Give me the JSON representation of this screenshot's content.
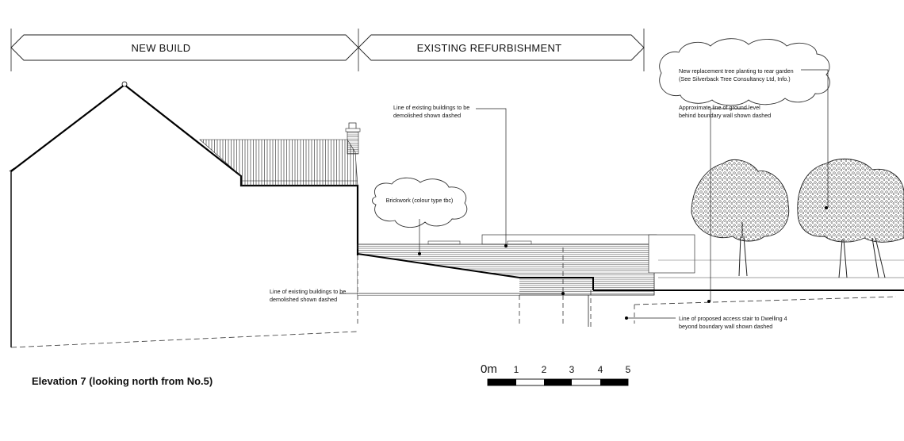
{
  "banners": [
    {
      "label": "NEW BUILD"
    },
    {
      "label": "EXISTING REFURBISHMENT"
    }
  ],
  "annotations": {
    "tree_note": [
      "New replacement tree planting to rear garden",
      "(See Silverback Tree Consultancy Ltd, Info.)"
    ],
    "demolish_top": [
      "Line of existing buildings to be",
      "demolished shown dashed"
    ],
    "ground_level": [
      "Approximate line of ground level",
      "behind boundary wall shown dashed"
    ],
    "brickwork": "Brickwork (colour type tbc)",
    "demolish_bottom": [
      "Line of existing buildings to be",
      "demolished shown dashed"
    ],
    "access_stair": [
      "Line of proposed access stair to Dwelling 4",
      "beyond boundary wall shown dashed"
    ]
  },
  "drawing_title": "Elevation 7 (looking north from No.5)",
  "scale_bar": {
    "labels": [
      "0m",
      "1",
      "2",
      "3",
      "4",
      "5"
    ]
  }
}
